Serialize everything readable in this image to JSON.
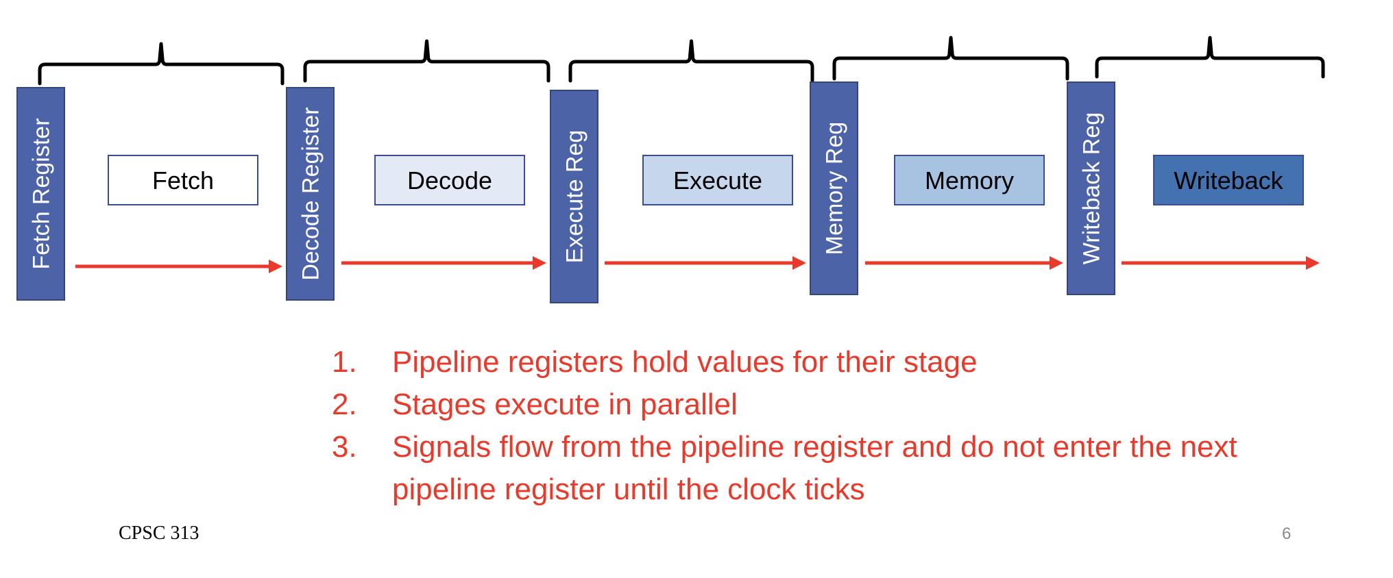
{
  "registers": [
    {
      "label": "Fetch Register",
      "color": "#4d63a8"
    },
    {
      "label": "Decode Register",
      "color": "#4d63a8"
    },
    {
      "label": "Execute Reg",
      "color": "#4d63a8"
    },
    {
      "label": "Memory Reg",
      "color": "#4d63a8"
    },
    {
      "label": "Writeback Reg",
      "color": "#4d63a8"
    }
  ],
  "stages": [
    {
      "label": "Fetch",
      "fill": "#ffffff",
      "text_color": "#000000"
    },
    {
      "label": "Decode",
      "fill": "#e3eaf6",
      "text_color": "#000000"
    },
    {
      "label": "Execute",
      "fill": "#c6d6ec",
      "text_color": "#000000"
    },
    {
      "label": "Memory",
      "fill": "#a8c3e2",
      "text_color": "#000000"
    },
    {
      "label": "Writeback",
      "fill": "#4472b0",
      "text_color": "#000000"
    }
  ],
  "colors": {
    "arrow": "#e8392b",
    "brace": "#000000",
    "stage_border": "#3a4d8f",
    "notes": "#e8392b"
  },
  "notes": [
    {
      "num": "1.",
      "text": "Pipeline registers hold values for their stage"
    },
    {
      "num": "2.",
      "text": "Stages execute in parallel"
    },
    {
      "num": "3.",
      "text": "Signals flow from the pipeline register and do not enter the next pipeline register until the clock ticks"
    }
  ],
  "footer": {
    "course": "CPSC 313",
    "page_number": "6"
  }
}
